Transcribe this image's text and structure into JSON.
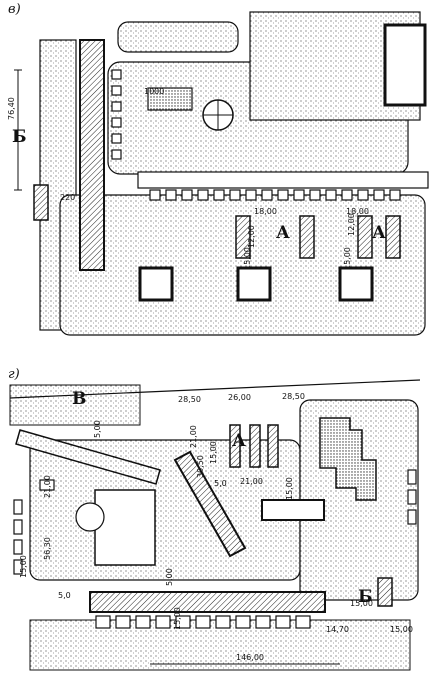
{
  "panel_v": {
    "caption": "в)",
    "labels": {
      "a1": "А",
      "a2": "А",
      "b": "Б"
    },
    "dimensions": {
      "d1": "76,40",
      "d2": "220",
      "d3": "18,00",
      "d4": "18,00",
      "d5": "12,00",
      "d6": "15,00",
      "d7": "15,00",
      "d8": "12,00",
      "d9": "1000"
    }
  },
  "panel_g": {
    "caption": "г)",
    "labels": {
      "v": "В",
      "a": "А",
      "b": "Б"
    },
    "dimensions": {
      "d1": "28,50",
      "d2": "26,00",
      "d3": "28,50",
      "d4": "21,00",
      "d5": "21,00",
      "d6": "30,50",
      "d7": "15,00",
      "d8": "5,0",
      "d9": "15,00",
      "d10": "5,00",
      "d11": "21,00",
      "d12": "56,30",
      "d13": "5,0",
      "d14": "15,00",
      "d15": "15,00",
      "d16": "15,00",
      "d17": "14,70",
      "d18": "146,00",
      "d19": "15,00",
      "d20": "5,00"
    }
  }
}
